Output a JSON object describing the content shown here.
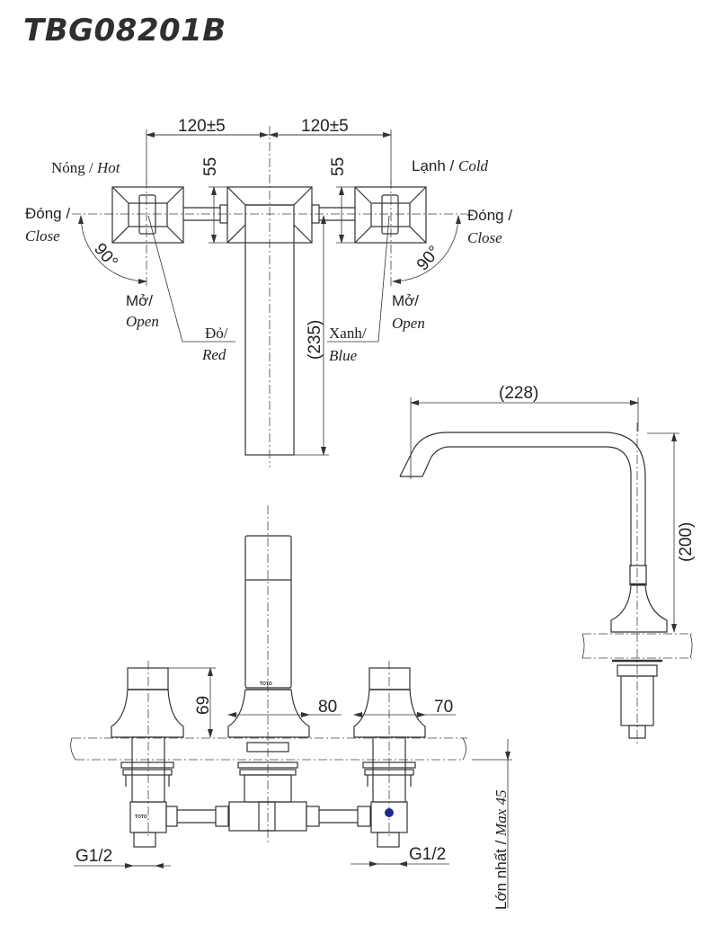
{
  "title": "TBG08201B",
  "top_view": {
    "dim_left": "120±5",
    "dim_right": "120±5",
    "handle_height_left": "55",
    "handle_height_right": "55",
    "spout_length": "(235)",
    "hot_label": "Nóng / ",
    "hot_label_en": "Hot",
    "cold_label": "Lạnh / ",
    "cold_label_en": "Cold",
    "close_left_vi": "Đóng /",
    "close_left_en": "Close",
    "close_right_vi": "Đóng /",
    "close_right_en": "Close",
    "angle_left": "90°",
    "angle_right": "90°",
    "open_left_vi": "Mở/",
    "open_left_en": "Open",
    "open_right_vi": "Mở/",
    "open_right_en": "Open",
    "red_vi": "Đỏ/",
    "red_en": "Red",
    "blue_vi": "Xanh/",
    "blue_en": "Blue"
  },
  "side_view": {
    "reach": "(228)",
    "height": "(200)"
  },
  "front_view": {
    "handle_height": "69",
    "spout_base": "80",
    "handle_base": "70",
    "max_deck": "Lớn nhất / ",
    "max_deck_en": "Max 45",
    "thread_left": "G1/2",
    "thread_right": "G1/2",
    "brand_mark": "TOTO"
  },
  "colors": {
    "line": "#333333",
    "blue_mark": "#1f2a8c"
  }
}
